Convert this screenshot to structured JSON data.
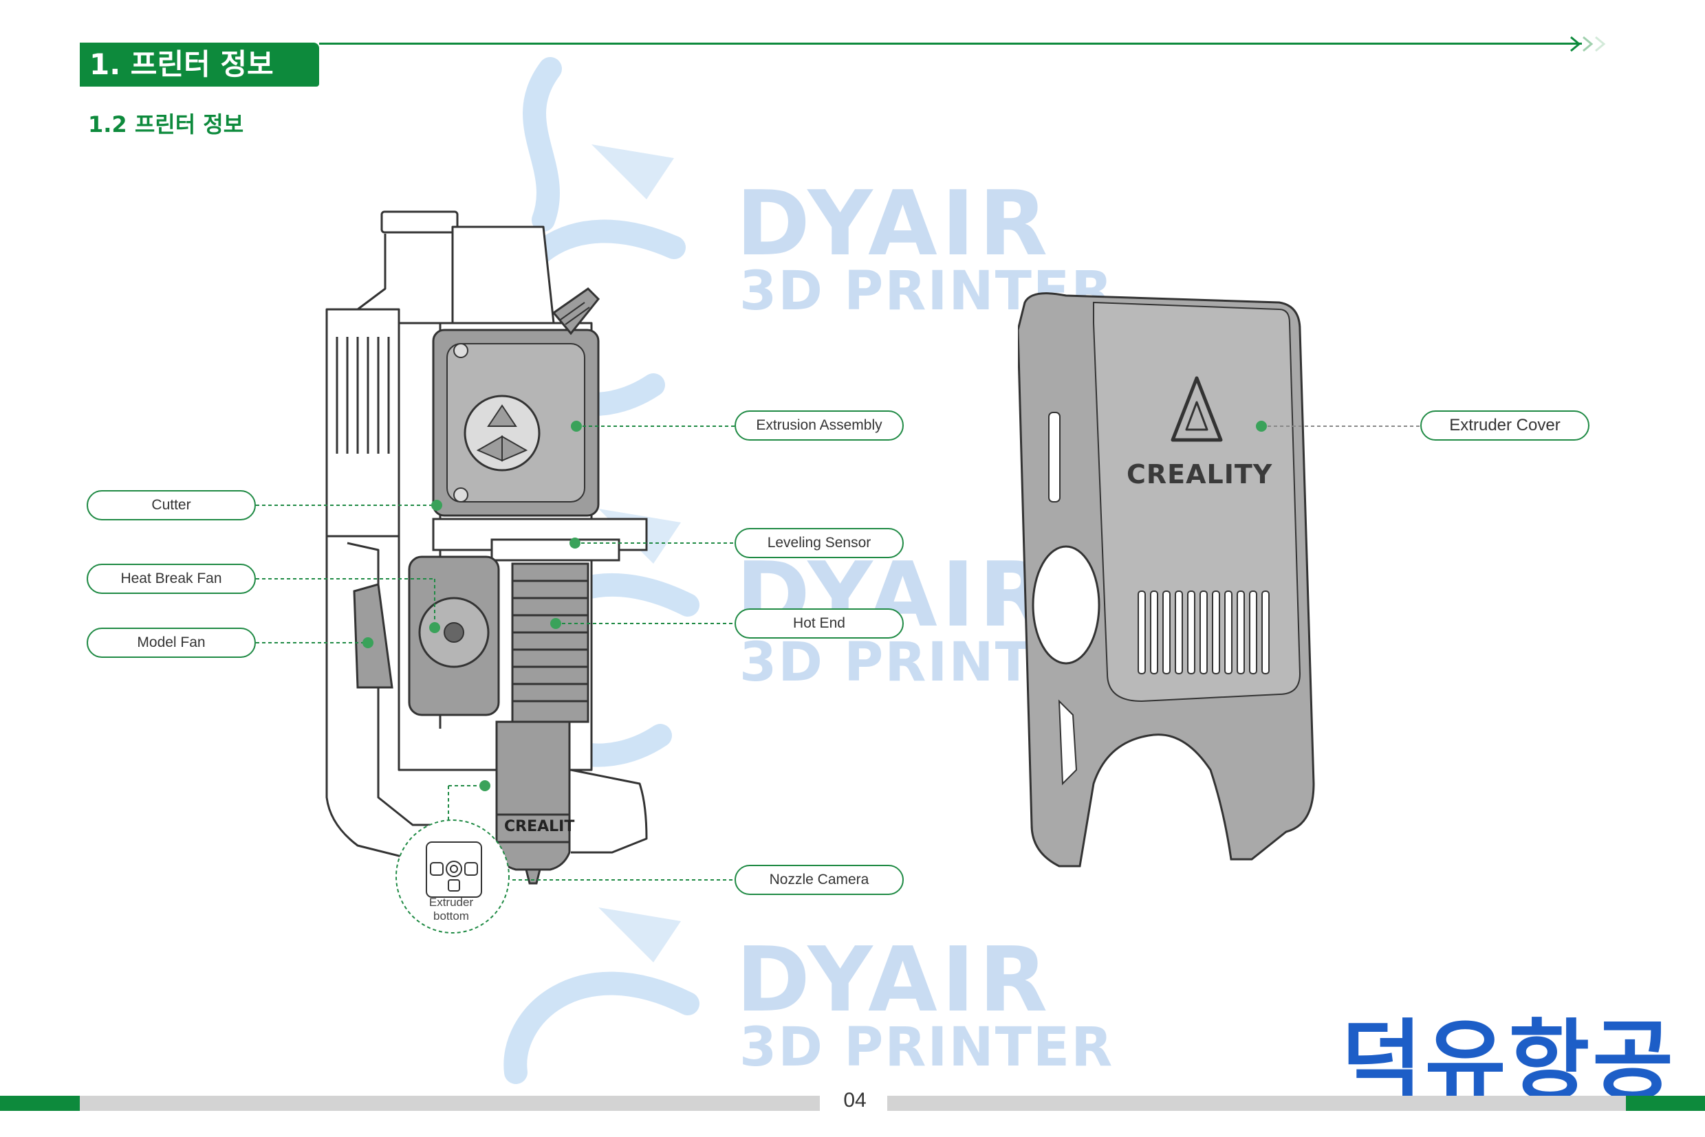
{
  "header": {
    "section_title": "1. 프린터 정보",
    "subheading": "1.2 프린터 정보",
    "arrow_icon": "chevron-double-right-icon"
  },
  "watermark": {
    "line1": "DYAIR",
    "line2": "3D PRINTER"
  },
  "labels": {
    "extrusion_assembly": "Extrusion  Assembly",
    "cutter": "Cutter",
    "leveling_sensor": "Leveling Sensor",
    "heat_break_fan": "Heat  Break  Fan",
    "hot_end": "Hot End",
    "model_fan": "Model Fan",
    "nozzle_camera": "Nozzle  Camera",
    "extruder_cover": "Extruder  Cover",
    "extruder_bottom_line1": "Extruder",
    "extruder_bottom_line2": "bottom"
  },
  "product_marks": {
    "cover_logo": "CREALITY",
    "nozzle_logo": "CREALIT"
  },
  "footer": {
    "brand": "덕유항공",
    "page_number": "04"
  },
  "colors": {
    "accent_green": "#0d8a3c",
    "watermark_blue": "#c9dcf2",
    "brand_blue": "#1d5ec7"
  }
}
